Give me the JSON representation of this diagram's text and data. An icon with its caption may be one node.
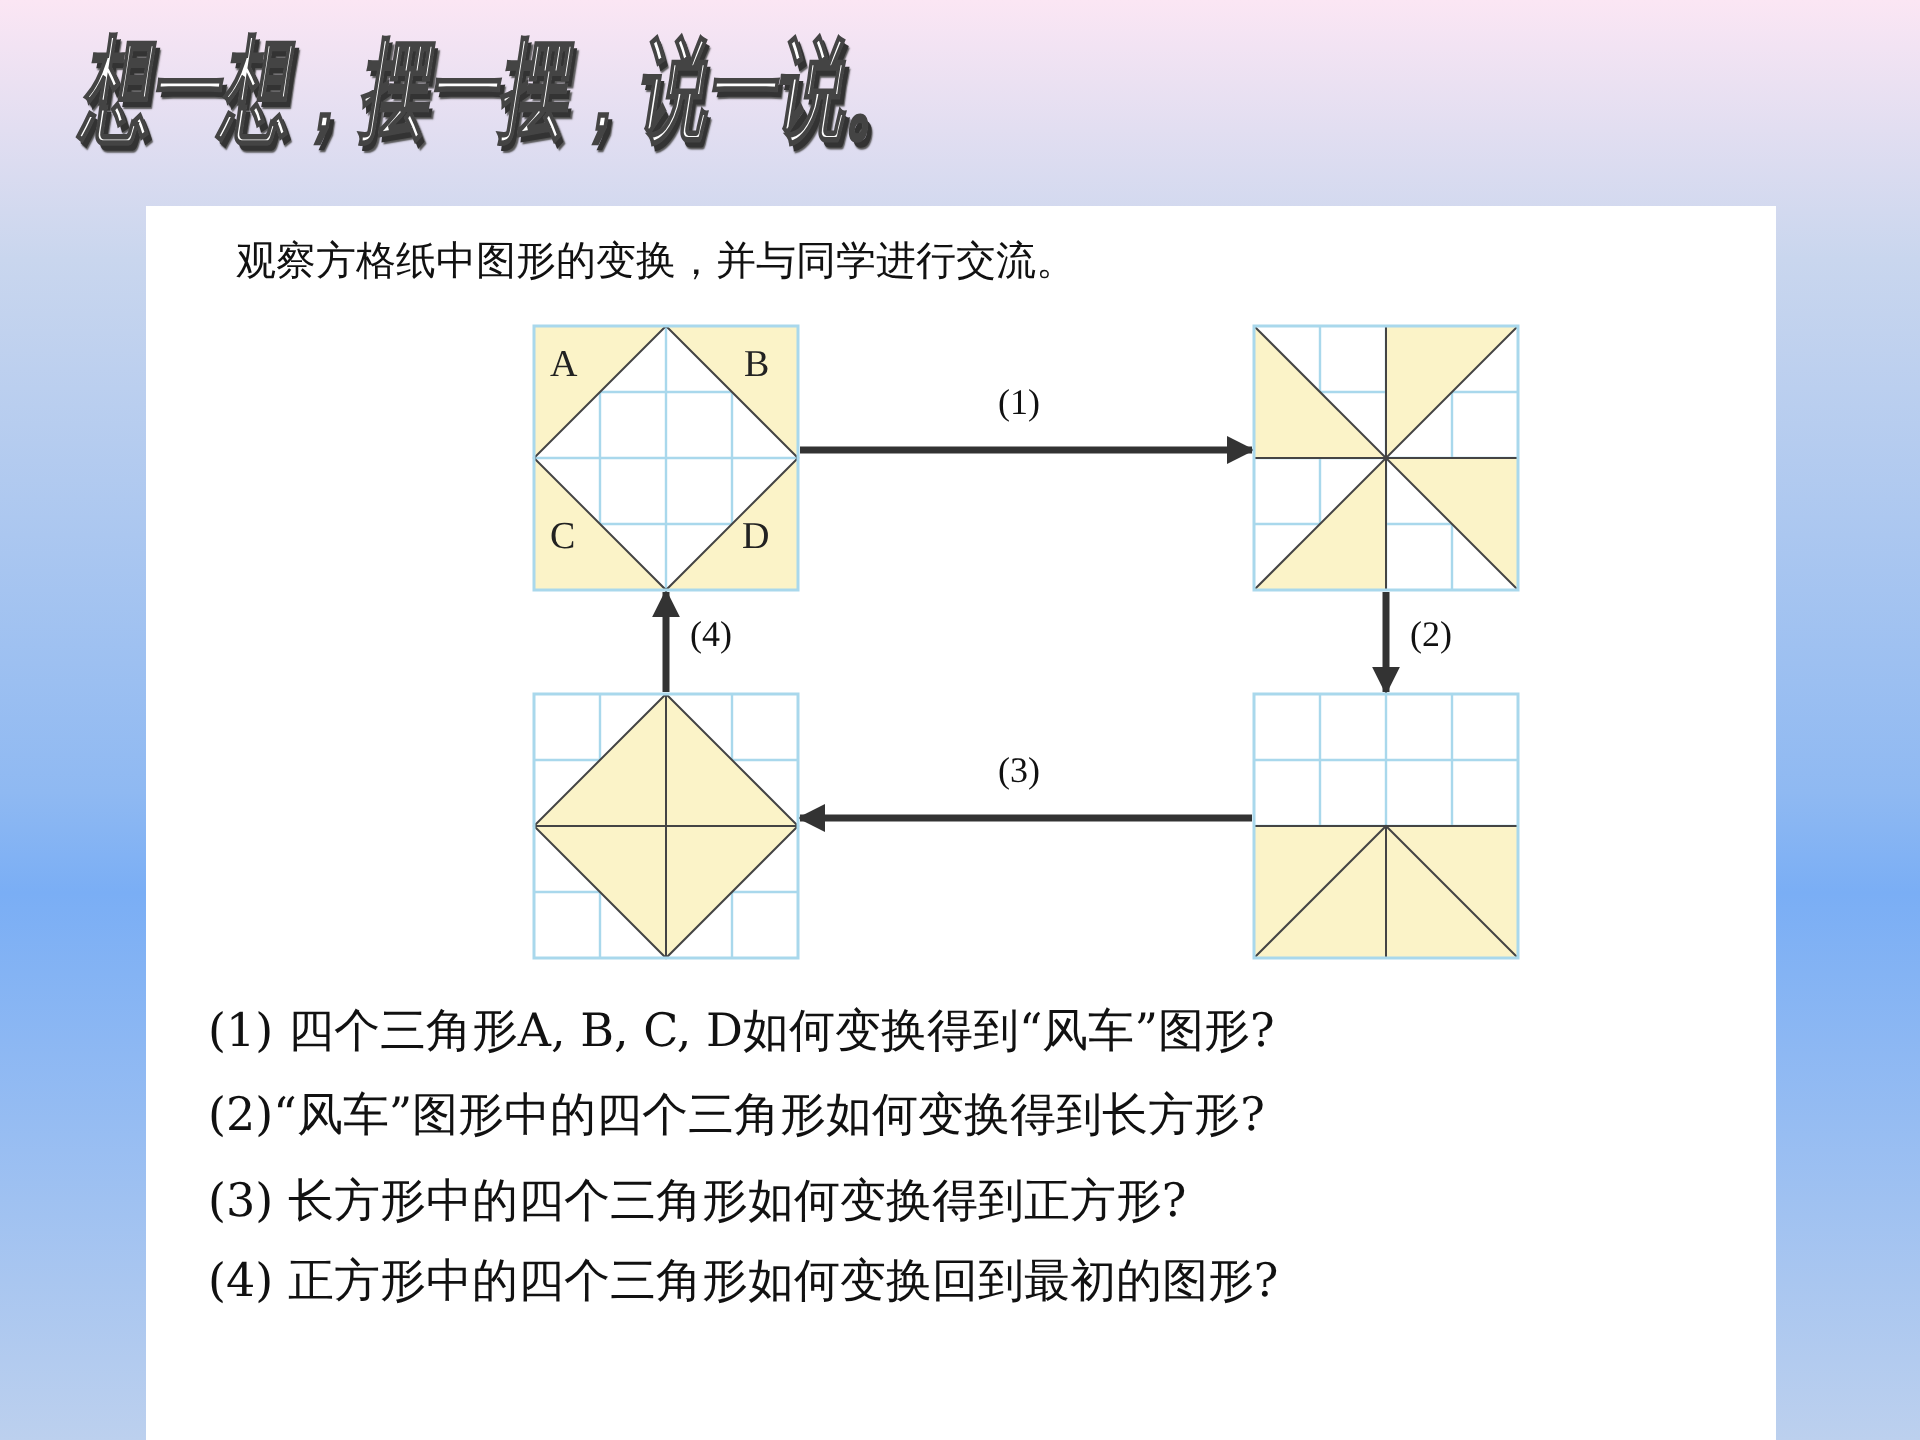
{
  "diagram": {
    "title": "想一想，摆一摆，说一说。",
    "nodes": [
      {
        "text": [
          "A",
          "B",
          "C",
          "D"
        ]
      },
      {
        "text": [],
        "shape": "picture"
      },
      {
        "text": [],
        "shape": "picture"
      },
      {
        "text": [],
        "shape": "picture"
      }
    ],
    "edges": [
      {
        "from": 0,
        "to": 1,
        "arrow": "to",
        "label": "(1)"
      },
      {
        "from": 1,
        "to": 2,
        "arrow": "to",
        "label": "(2)"
      },
      {
        "from": 2,
        "to": 3,
        "arrow": "to",
        "label": "(3)"
      },
      {
        "from": 3,
        "to": 0,
        "arrow": "to",
        "label": "(4)"
      }
    ],
    "labels": [
      "观察方格纸中图形的变换，并与同学进行交流。",
      "(1) 四个三角形A, B, C, D如何变换得到“风车”图形?",
      "(2)“风车”图形中的四个三角形如何变换得到长方形?",
      "(3) 长方形中的四个三角形如何变换得到正方形?",
      "(4) 正方形中的四个三角形如何变换回到最初的图形?"
    ]
  }
}
